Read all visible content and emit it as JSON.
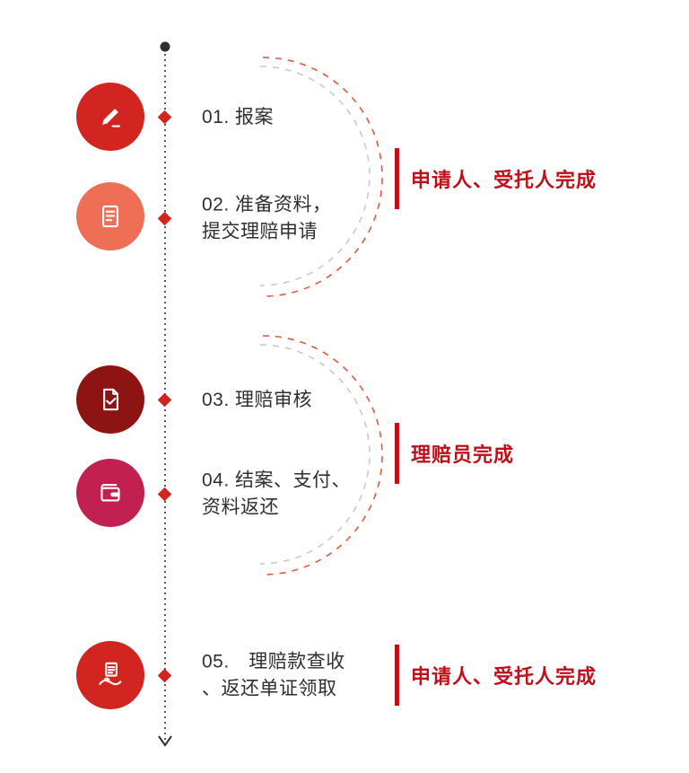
{
  "diagram": {
    "name": "insurance-claim-process-flow"
  },
  "colors": {
    "accent-red": "#bf0f19",
    "diamond-red": "#d2251f",
    "arc-red": "#e2593c",
    "arc-gray": "#c9c9c9",
    "timeline": "#2e2e2e",
    "label-ink": "#2f2f2f"
  },
  "steps": [
    {
      "icon": "pencil-edit-icon",
      "color": "#d2251f",
      "lines": [
        "01. 报案",
        ""
      ]
    },
    {
      "icon": "document-lines-icon",
      "color": "#ee6e56",
      "lines": [
        "02. 准备资料，",
        "提交理赔申请"
      ]
    },
    {
      "icon": "document-check-icon",
      "color": "#8e1313",
      "lines": [
        "03. 理赔审核",
        ""
      ]
    },
    {
      "icon": "wallet-icon",
      "color": "#c32052",
      "lines": [
        "04. 结案、支付、",
        "资料返还"
      ]
    },
    {
      "icon": "hand-document-icon",
      "color": "#d2251f",
      "lines": [
        "05.　理赔款查收",
        "、返还单证领取"
      ]
    }
  ],
  "annotations": [
    {
      "label": "申请人、受托人完成"
    },
    {
      "label": "理赔员完成"
    },
    {
      "label": "申请人、受托人完成"
    }
  ]
}
